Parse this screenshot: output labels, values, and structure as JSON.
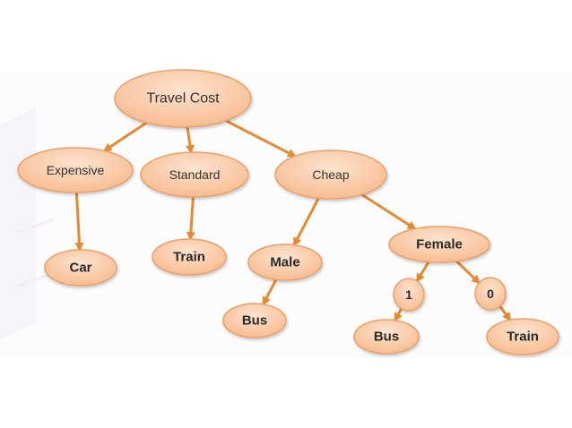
{
  "diagram": {
    "colors": {
      "node_fill_light": "#fde3cf",
      "node_fill_dark": "#f7b98c",
      "node_stroke": "#e9a06a",
      "edge": "#e8892f",
      "text": "#333333"
    },
    "nodes": [
      {
        "id": "travel-cost",
        "label": "Travel Cost"
      },
      {
        "id": "expensive",
        "label": "Expensive"
      },
      {
        "id": "standard",
        "label": "Standard"
      },
      {
        "id": "cheap",
        "label": "Cheap"
      },
      {
        "id": "car",
        "label": "Car"
      },
      {
        "id": "train-standard",
        "label": "Train"
      },
      {
        "id": "male",
        "label": "Male"
      },
      {
        "id": "female",
        "label": "Female"
      },
      {
        "id": "bus-male",
        "label": "Bus"
      },
      {
        "id": "value-1",
        "label": "1"
      },
      {
        "id": "value-0",
        "label": "0"
      },
      {
        "id": "bus-female",
        "label": "Bus"
      },
      {
        "id": "train-female",
        "label": "Train"
      }
    ],
    "edges": [
      {
        "from": "travel-cost",
        "to": "expensive"
      },
      {
        "from": "travel-cost",
        "to": "standard"
      },
      {
        "from": "travel-cost",
        "to": "cheap"
      },
      {
        "from": "expensive",
        "to": "car"
      },
      {
        "from": "standard",
        "to": "train-standard"
      },
      {
        "from": "cheap",
        "to": "male"
      },
      {
        "from": "cheap",
        "to": "female"
      },
      {
        "from": "male",
        "to": "bus-male"
      },
      {
        "from": "female",
        "to": "value-1"
      },
      {
        "from": "female",
        "to": "value-0"
      },
      {
        "from": "value-1",
        "to": "bus-female"
      },
      {
        "from": "value-0",
        "to": "train-female"
      }
    ]
  }
}
